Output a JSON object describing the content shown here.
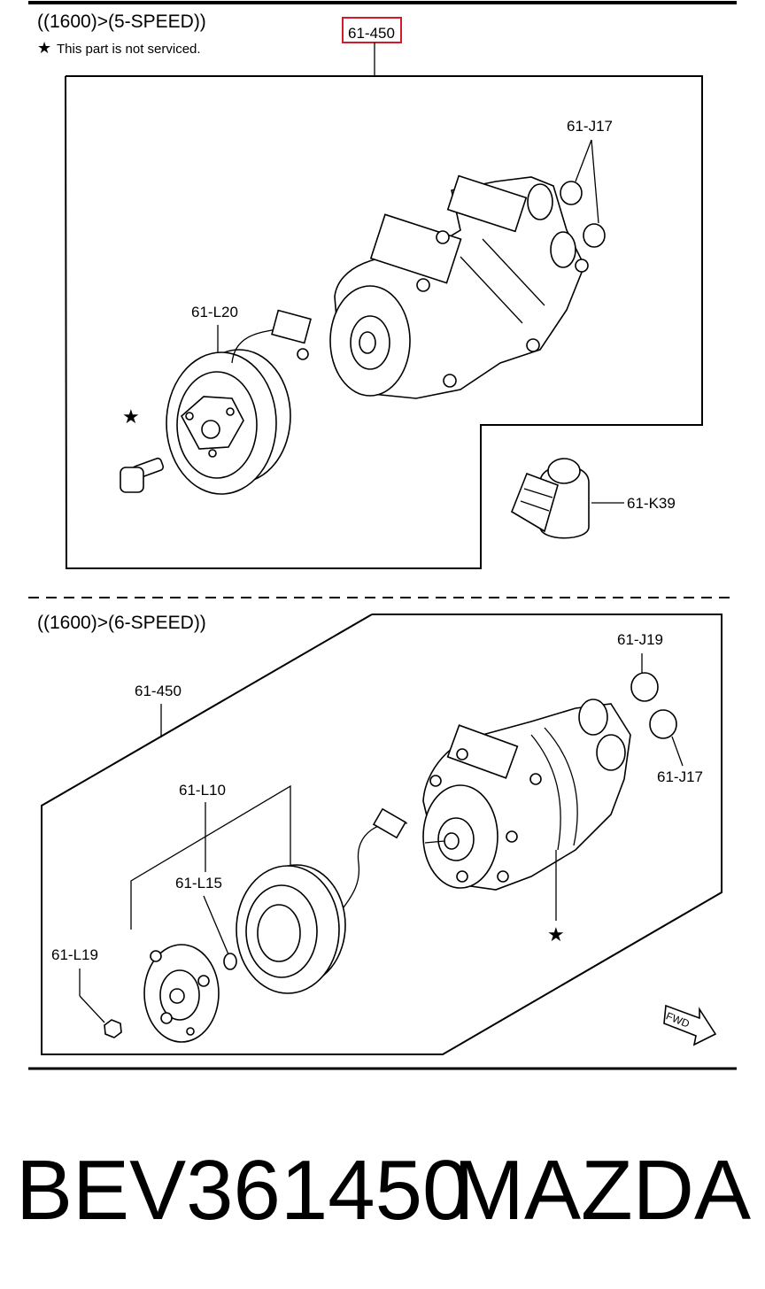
{
  "top_section": {
    "title": "((1600)>(5-SPEED))",
    "note_symbol": "★",
    "note": "This part is not serviced.",
    "labels": {
      "assembly": "61-450",
      "o_ring": "61-J17",
      "clutch": "61-L20",
      "valve": "61-K39",
      "bolt_star": "★"
    }
  },
  "bottom_section": {
    "title": "((1600)>(6-SPEED))",
    "labels": {
      "assembly": "61-450",
      "o_ring_a": "61-J19",
      "o_ring_b": "61-J17",
      "pulley": "61-L10",
      "shim": "61-L15",
      "nut": "61-L19",
      "star": "★"
    },
    "direction_badge": "FWD"
  },
  "highlight_color": "#d11a2a",
  "caption": {
    "part_number": "BEV361450",
    "brand": "MAZDA"
  }
}
